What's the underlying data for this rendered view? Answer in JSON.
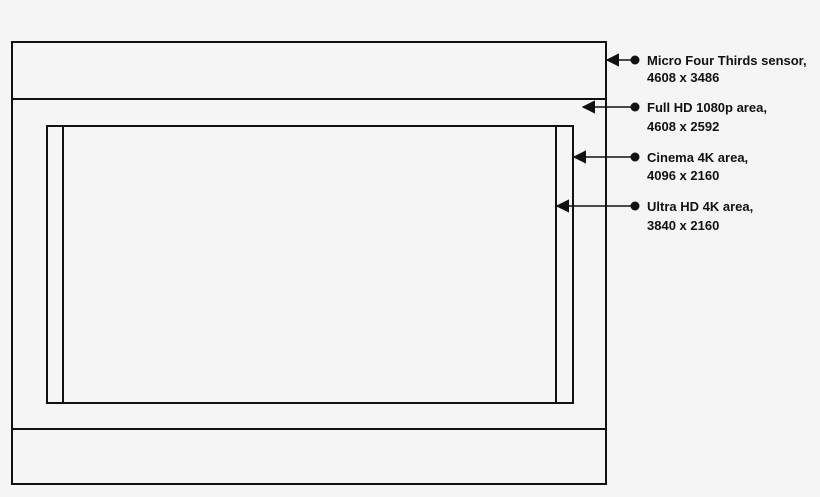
{
  "colors": {
    "background": "#f5f5f5",
    "stroke": "#111111",
    "fill": "#f5f5f5"
  },
  "callouts": [
    {
      "name": "Micro Four Thirds sensor,",
      "resolution": "4608 x 3486"
    },
    {
      "name": "Full HD 1080p area,",
      "resolution": "4608 x 2592"
    },
    {
      "name": "Cinema 4K area,",
      "resolution": "4096 x 2160"
    },
    {
      "name": "Ultra HD 4K area,",
      "resolution": "3840 x 2160"
    }
  ]
}
